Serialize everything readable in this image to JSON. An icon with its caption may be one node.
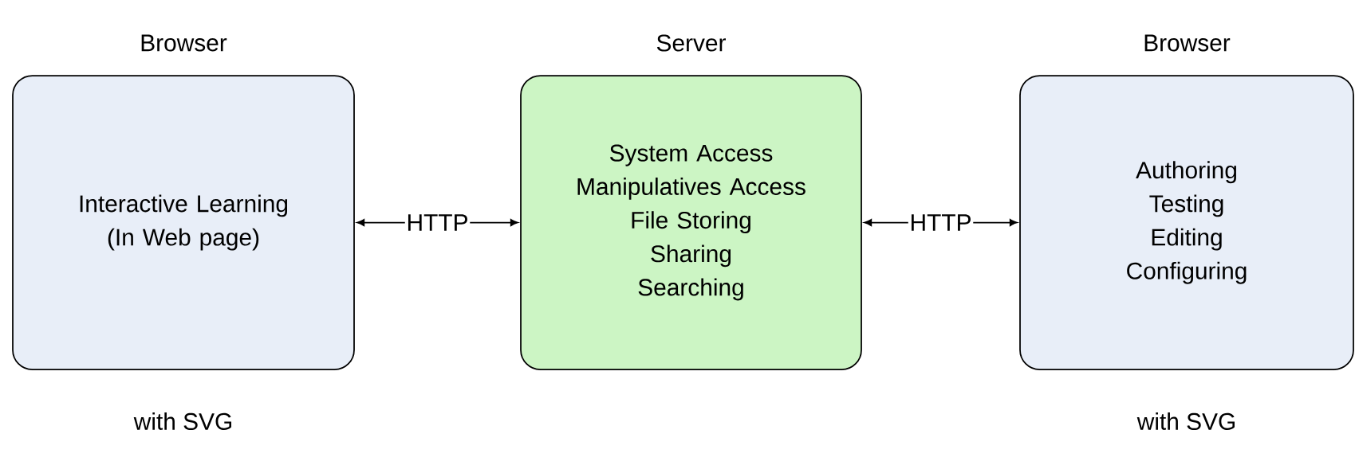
{
  "diagram": {
    "nodes": [
      {
        "text": [
          "Browser",
          "Interactive Learning (In Web page)"
        ],
        "beside": [
          "with SVG"
        ]
      },
      {
        "text": [
          "Server",
          "System Access",
          "Manipulatives Access",
          "File Storing",
          "Sharing",
          "Searching"
        ]
      },
      {
        "text": [
          "Browser",
          "Authoring",
          "Testing",
          "Editing",
          "Configuring"
        ],
        "beside": [
          "with SVG"
        ]
      }
    ],
    "edges": [
      {
        "from": 0,
        "to": 1,
        "arrow": "both",
        "label": "HTTP"
      },
      {
        "from": 1,
        "to": 2,
        "arrow": "both",
        "label": "HTTP"
      }
    ]
  }
}
